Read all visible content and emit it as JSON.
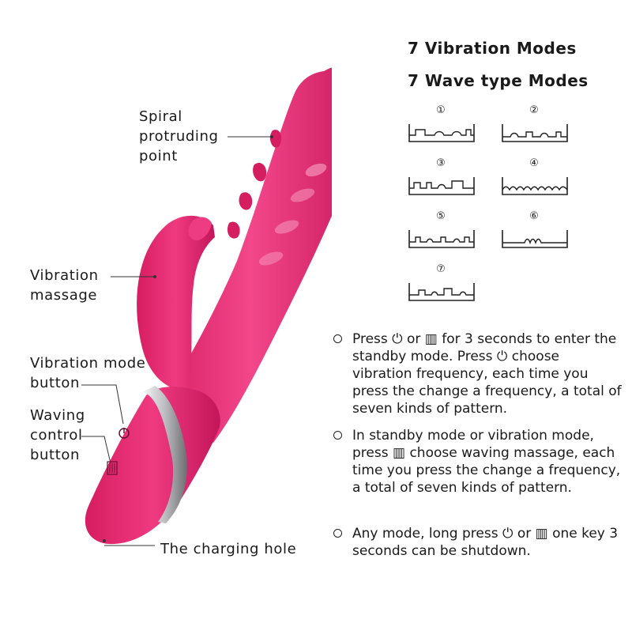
{
  "titles": {
    "vibration_modes": "7 Vibration Modes",
    "wave_modes": "7 Wave type  Modes"
  },
  "wave_patterns": [
    {
      "num": "①"
    },
    {
      "num": "②"
    },
    {
      "num": "③"
    },
    {
      "num": "④"
    },
    {
      "num": "⑤"
    },
    {
      "num": "⑥"
    },
    {
      "num": "⑦"
    }
  ],
  "labels": {
    "spiral": "Spiral\nprotruding\npoint",
    "vibration_massage": "Vibration\nmassage",
    "vibration_mode_button": "Vibration mode\nbutton",
    "waving_control_button": "Waving\ncontrol\nbutton",
    "charging_hole": "The charging hole"
  },
  "instructions": [
    {
      "text": "Press ⏻ or ▥  for 3 seconds to enter the standby mode. Press ⏻ choose vibration frequency, each time you press the change a frequency, a total of seven kinds of pattern."
    },
    {
      "text": "In standby mode or vibration mode, press ▥ choose waving massage, each time you press the change a frequency, a total of seven kinds of pattern."
    },
    {
      "text": "Any mode, long press ⏻ or ▥ one key 3 seconds can be shutdown."
    }
  ],
  "colors": {
    "product_pink": "#ec2f78",
    "product_shadow": "#c91a5d",
    "silver_band": "#c9c9cc",
    "text": "#1a1a1a"
  },
  "icons": [
    "power-icon",
    "wave-icon"
  ]
}
